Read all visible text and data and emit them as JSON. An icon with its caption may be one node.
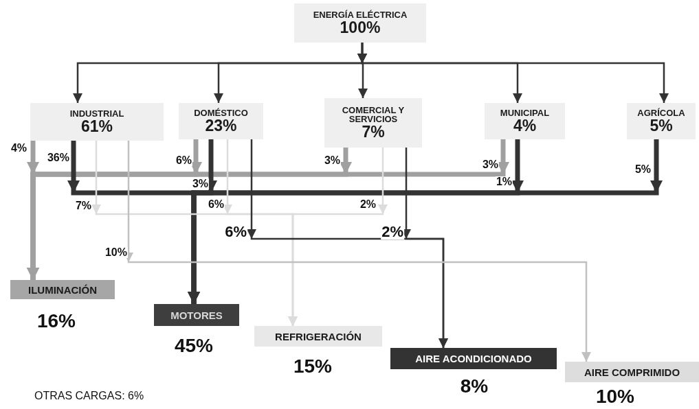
{
  "diagram": {
    "nodes": [
      {
        "text": [
          "ENERGÍA ELÉCTRICA",
          "100%"
        ]
      },
      {
        "text": [
          "INDUSTRIAL",
          "61%"
        ]
      },
      {
        "text": [
          "DOMÉSTICO",
          "23%"
        ]
      },
      {
        "text": [
          "COMERCIAL Y SERVICIOS",
          "7%"
        ]
      },
      {
        "text": [
          "MUNICIPAL",
          "4%"
        ]
      },
      {
        "text": [
          "AGRÍCOLA",
          "5%"
        ]
      },
      {
        "text": [
          "ILUMINACIÓN"
        ],
        "beside": [
          "16%"
        ]
      },
      {
        "text": [
          "MOTORES"
        ],
        "beside": [
          "45%"
        ]
      },
      {
        "text": [
          "REFRIGERACIÓN"
        ],
        "beside": [
          "15%"
        ]
      },
      {
        "text": [
          "AIRE ACONDICIONADO"
        ],
        "beside": [
          "8%"
        ]
      },
      {
        "text": [
          "AIRE COMPRIMIDO"
        ],
        "beside": [
          "10%"
        ]
      }
    ],
    "edges": [
      {
        "from": 0,
        "to": 1,
        "arrow": "to"
      },
      {
        "from": 0,
        "to": 2,
        "arrow": "to"
      },
      {
        "from": 0,
        "to": 3,
        "arrow": "to"
      },
      {
        "from": 0,
        "to": 4,
        "arrow": "to"
      },
      {
        "from": 0,
        "to": 5,
        "arrow": "to"
      },
      {
        "from": 1,
        "to": 6,
        "arrow": "to",
        "label": "4%",
        "style": "thick",
        "color": "#a0a0a0"
      },
      {
        "from": 2,
        "to": 6,
        "arrow": "to",
        "label": "6%",
        "style": "thick",
        "color": "#a0a0a0"
      },
      {
        "from": 3,
        "to": 6,
        "arrow": "to",
        "label": "3%",
        "style": "thick",
        "color": "#a0a0a0"
      },
      {
        "from": 4,
        "to": 6,
        "arrow": "to",
        "label": "3%",
        "style": "thick",
        "color": "#a0a0a0"
      },
      {
        "from": 1,
        "to": 7,
        "arrow": "to",
        "label": "36%",
        "style": "thick"
      },
      {
        "from": 2,
        "to": 7,
        "arrow": "to",
        "label": "3%",
        "style": "thick"
      },
      {
        "from": 4,
        "to": 7,
        "arrow": "to",
        "label": "1%",
        "style": "thick"
      },
      {
        "from": 5,
        "to": 7,
        "arrow": "to",
        "label": "5%",
        "style": "thick"
      },
      {
        "from": 1,
        "to": 8,
        "arrow": "to",
        "label": "7%",
        "color": "#dcdcdc"
      },
      {
        "from": 2,
        "to": 8,
        "arrow": "to",
        "label": "6%",
        "color": "#dcdcdc"
      },
      {
        "from": 3,
        "to": 8,
        "arrow": "to",
        "label": "2%",
        "color": "#dcdcdc"
      },
      {
        "from": 2,
        "to": 9,
        "arrow": "to",
        "label": "6%"
      },
      {
        "from": 3,
        "to": 9,
        "arrow": "to",
        "label": "2%"
      },
      {
        "from": 1,
        "to": 10,
        "arrow": "to",
        "label": "10%",
        "color": "#c0c0c0"
      }
    ],
    "labels": [
      "OTRAS CARGAS: 6%"
    ]
  }
}
